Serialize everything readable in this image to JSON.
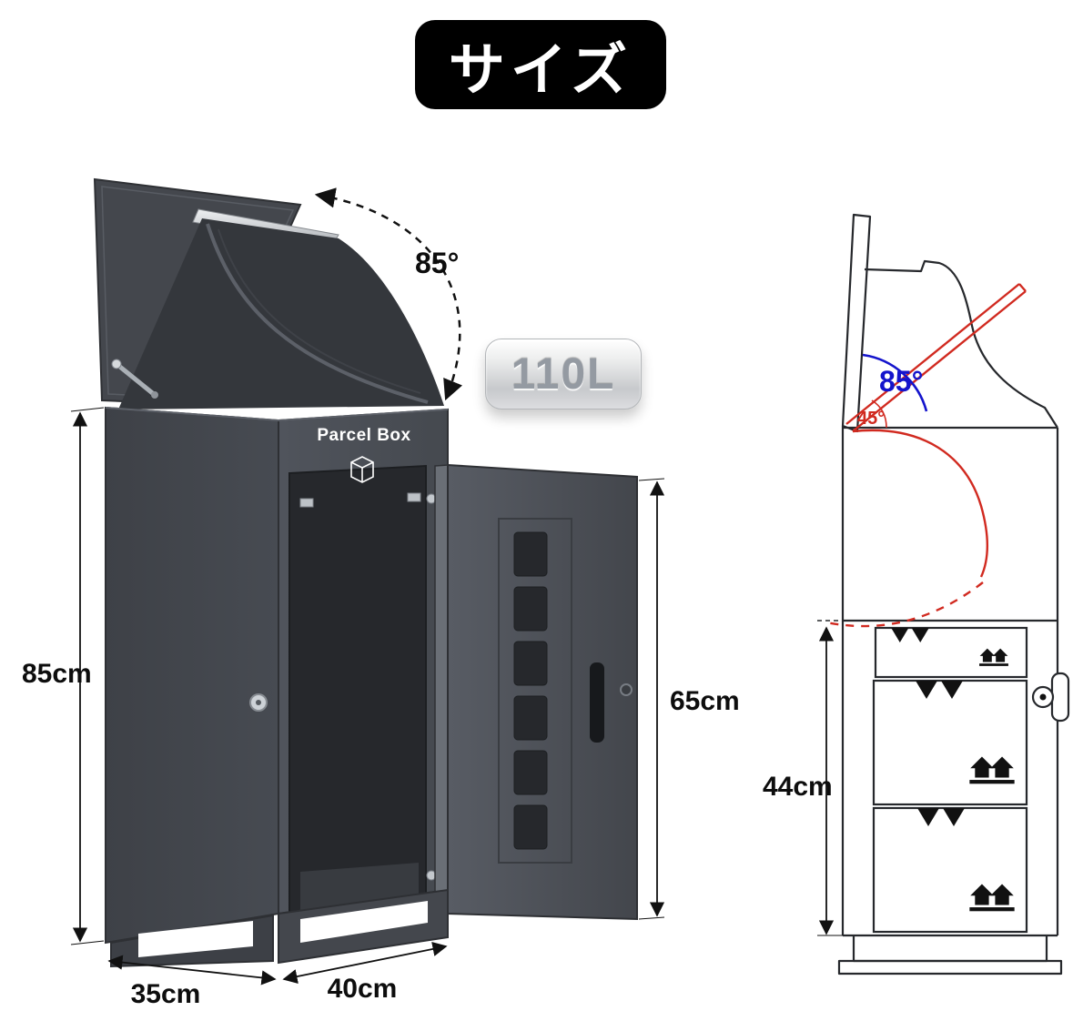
{
  "title": "サイズ",
  "capacity_badge": "110L",
  "left_figure": {
    "product_label": "Parcel Box",
    "lid_open_angle": "85°",
    "height": "85cm",
    "door_height": "65cm",
    "base_width": "35cm",
    "base_depth": "40cm"
  },
  "right_figure": {
    "open_angle": "85°",
    "mid_angle": "45°",
    "compartment_height": "44cm"
  },
  "colors": {
    "background": "#ffffff",
    "title_bg": "#000000",
    "title_text": "#ffffff",
    "box_body": "#474b52",
    "box_interior": "#26282c",
    "annotation": "#111111",
    "accent_red": "#d12a20",
    "accent_blue": "#1414cc",
    "badge_text": "#949aa2"
  }
}
